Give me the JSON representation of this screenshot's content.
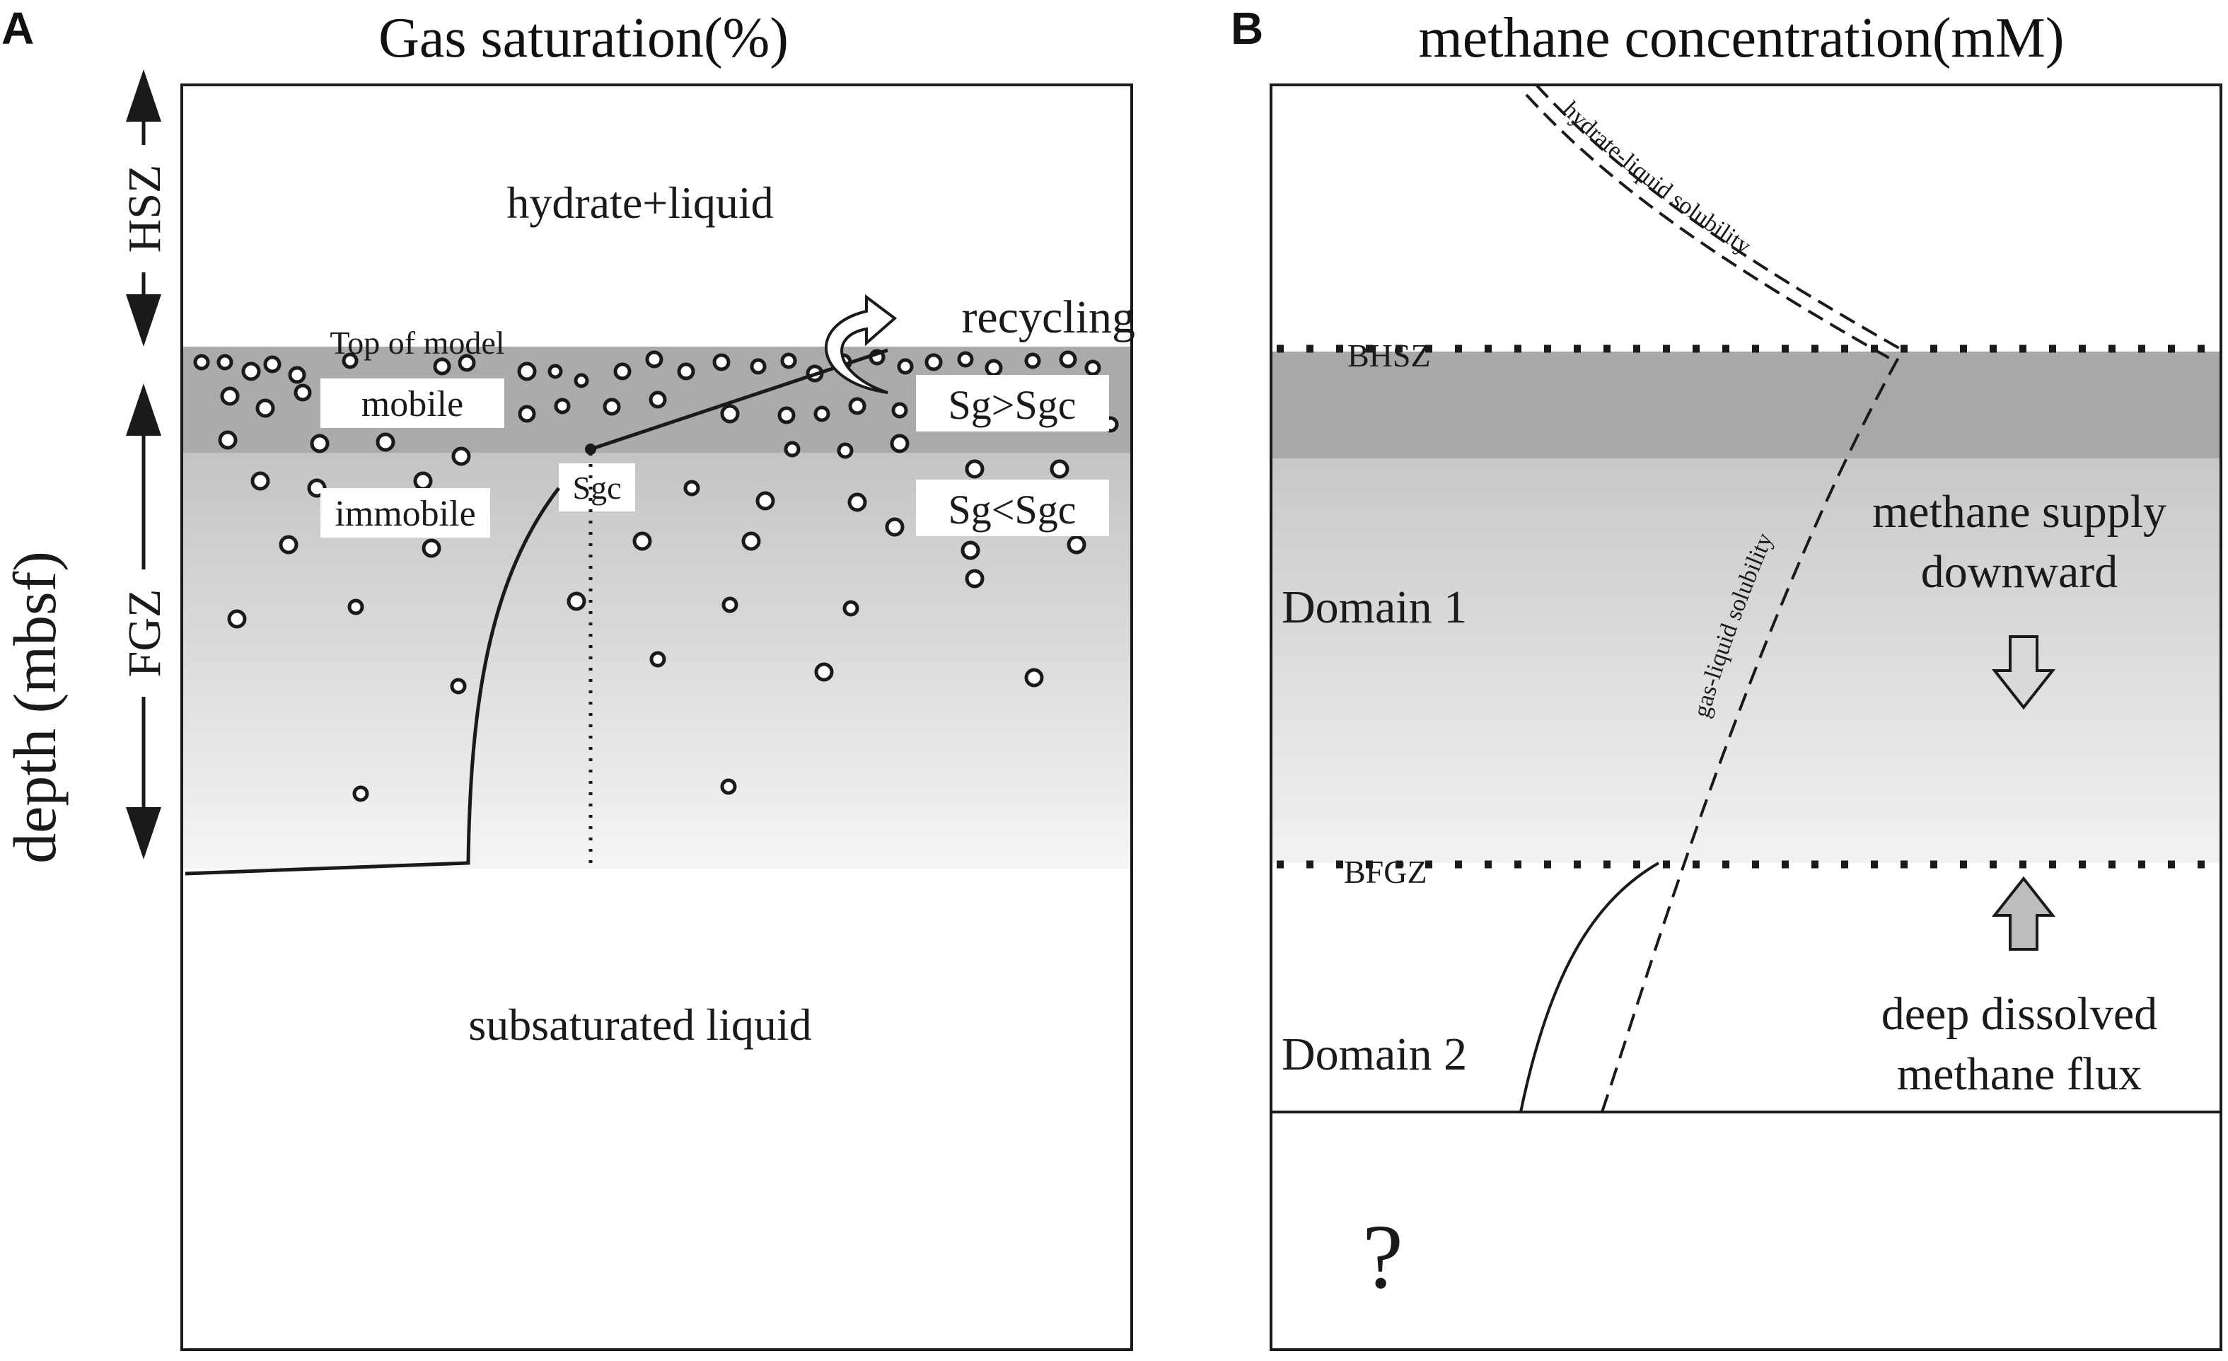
{
  "panel_a": {
    "letter": "A",
    "title": "Gas saturation(%)",
    "y_axis_label": "depth (mbsf)",
    "zone_hsz": "HSZ",
    "zone_fgz": "FGZ",
    "region_top": "hydrate+liquid",
    "region_bottom": "subsaturated liquid",
    "top_of_model": "Top of model",
    "mobile": "mobile",
    "immobile": "immobile",
    "recycling": "recycling",
    "sgc_label": "Sgc",
    "sg_gt_prefix": "Sg>",
    "sg_gt_suffix": "Sgc",
    "sg_lt_prefix": "Sg<",
    "sg_lt_suffix": "Sgc"
  },
  "panel_b": {
    "letter": "B",
    "title": "methane concentration(mM)",
    "bhsz": "BHSZ",
    "bfgz": "BFGZ",
    "hydrate_curve": "hydrate-liquid solubility",
    "gas_curve": "gas-liquid solubility",
    "domain1": "Domain 1",
    "domain2": "Domain 2",
    "supply_line1": "methane supply",
    "supply_line2": "downward",
    "flux_line1": "deep dissolved",
    "flux_line2": "methane flux",
    "unknown": "?"
  },
  "colors": {
    "dark_band": "#a9a9a9",
    "gradient_top": "#c6c6c6",
    "gradient_bottom": "#f4f4f4",
    "line": "#1a1a1a",
    "arrow_fill": "#c8c8c8"
  }
}
